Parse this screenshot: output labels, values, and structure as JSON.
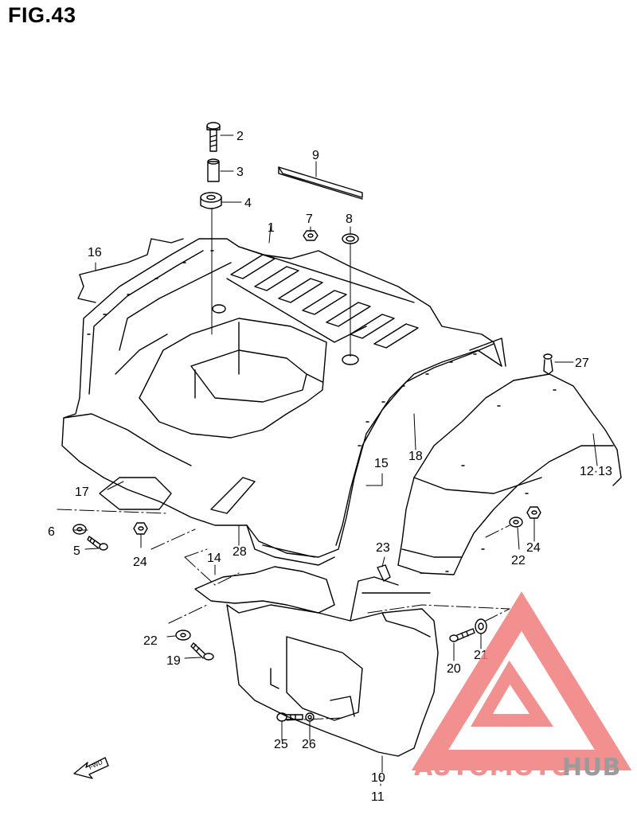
{
  "figure": {
    "title": "FIG.43"
  },
  "callouts": [
    {
      "id": "c1",
      "text": "1"
    },
    {
      "id": "c2",
      "text": "2"
    },
    {
      "id": "c3",
      "text": "3"
    },
    {
      "id": "c4",
      "text": "4"
    },
    {
      "id": "c5",
      "text": "5"
    },
    {
      "id": "c6",
      "text": "6"
    },
    {
      "id": "c7",
      "text": "7"
    },
    {
      "id": "c8",
      "text": "8"
    },
    {
      "id": "c9",
      "text": "9"
    },
    {
      "id": "c10",
      "text": "10"
    },
    {
      "id": "c11",
      "text": "11"
    },
    {
      "id": "c12_13",
      "text": "12·13"
    },
    {
      "id": "c14",
      "text": "14"
    },
    {
      "id": "c16",
      "text": "16"
    },
    {
      "id": "c17",
      "text": "17"
    },
    {
      "id": "c18",
      "text": "18"
    },
    {
      "id": "c19",
      "text": "19"
    },
    {
      "id": "c20",
      "text": "20"
    },
    {
      "id": "c21",
      "text": "21"
    },
    {
      "id": "c22a",
      "text": "22"
    },
    {
      "id": "c22b",
      "text": "22"
    },
    {
      "id": "c23",
      "text": "23"
    },
    {
      "id": "c24a",
      "text": "24"
    },
    {
      "id": "c24b",
      "text": "24"
    },
    {
      "id": "c25",
      "text": "25"
    },
    {
      "id": "c26",
      "text": "26"
    },
    {
      "id": "c27",
      "text": "27"
    },
    {
      "id": "c28",
      "text": "28"
    },
    {
      "id": "c15",
      "text": "15"
    }
  ],
  "fwd_marker": {
    "text": "FWD"
  },
  "watermark": {
    "part1": "AUTOMOTO",
    "part2": "HUB",
    "color_primary": "#f07d7d",
    "color_secondary": "#8a8a8a"
  }
}
